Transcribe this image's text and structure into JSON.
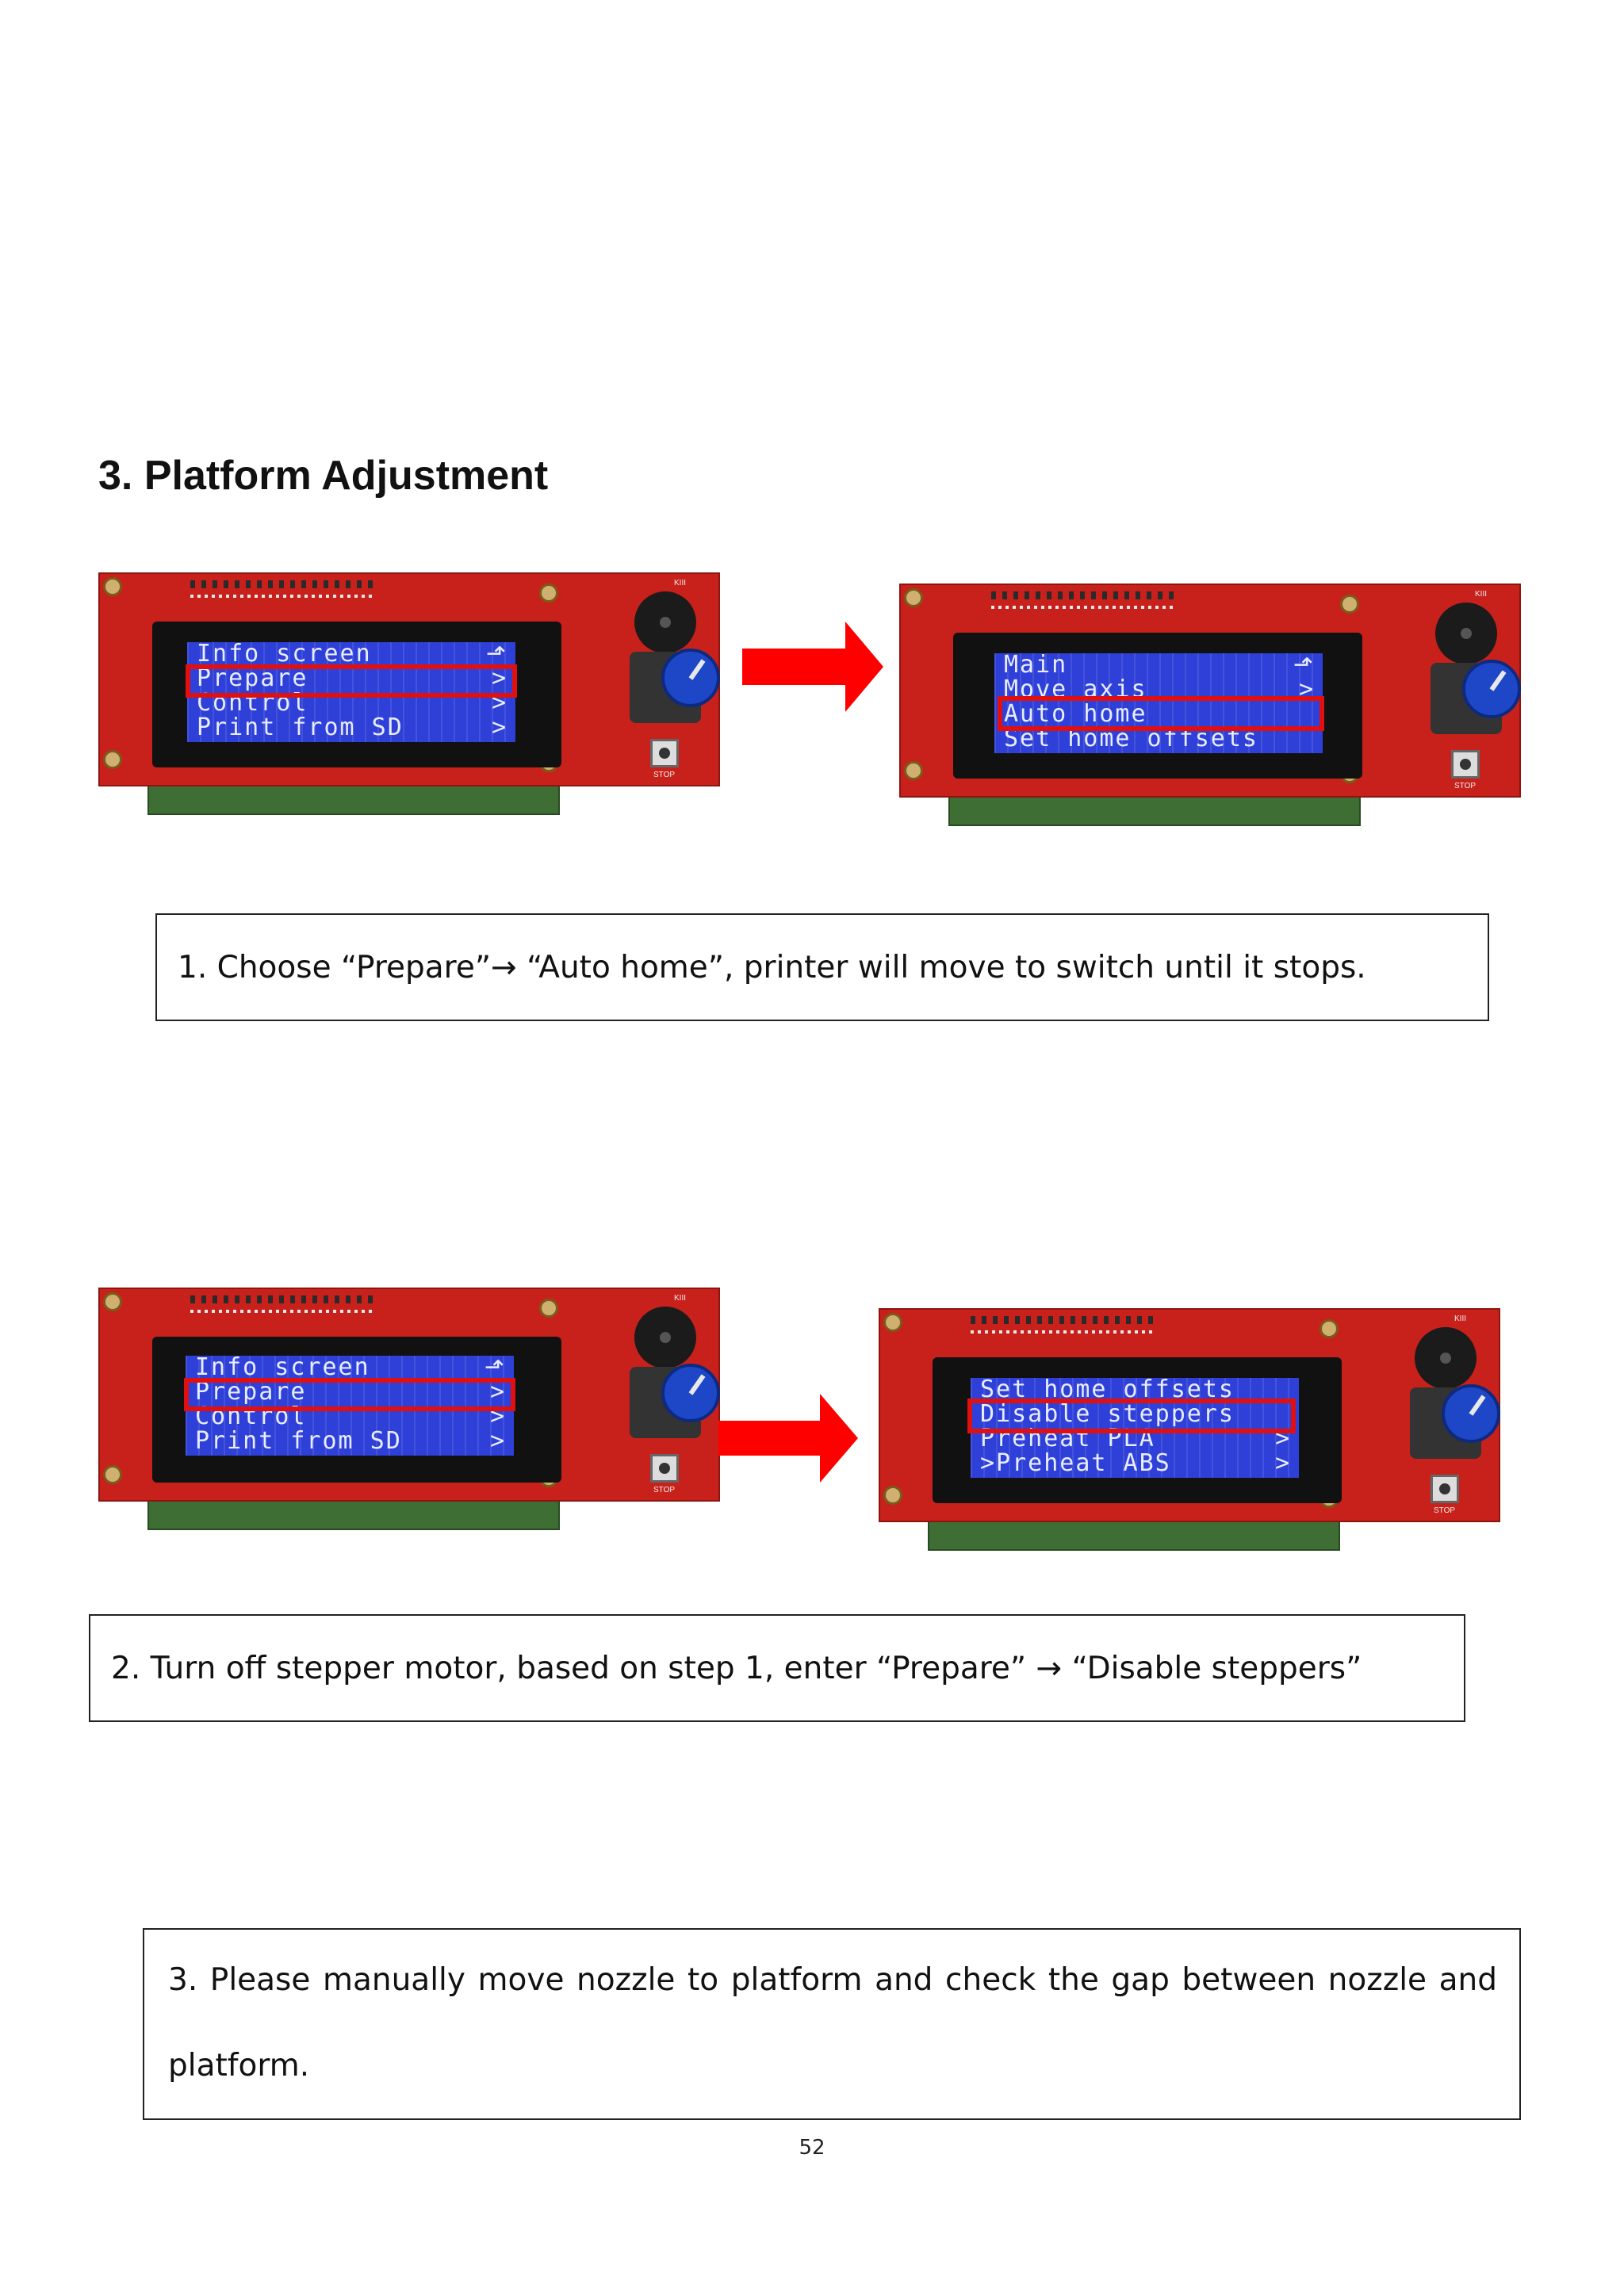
{
  "heading": "3.  Platform Adjustment",
  "boards": {
    "b1": {
      "label_k": "KIII",
      "label_stop": "STOP",
      "lines": [
        {
          "text": "Info screen",
          "sym": "⬏"
        },
        {
          "text": "Prepare",
          "sym": ">"
        },
        {
          "text": "Control",
          "sym": ">"
        },
        {
          "text": "Print from SD",
          "sym": ">"
        }
      ]
    },
    "b2": {
      "label_k": "KIII",
      "label_stop": "STOP",
      "lines": [
        {
          "text": "Main",
          "sym": "⬏"
        },
        {
          "text": "Move axis",
          "sym": ">"
        },
        {
          "text": "Auto home",
          "sym": ""
        },
        {
          "text": "Set home offsets",
          "sym": ""
        }
      ]
    },
    "b3": {
      "label_k": "KIII",
      "label_stop": "STOP",
      "lines": [
        {
          "text": "Info screen",
          "sym": "⬏"
        },
        {
          "text": "Prepare",
          "sym": ">"
        },
        {
          "text": "Control",
          "sym": ">"
        },
        {
          "text": "Print from SD",
          "sym": ">"
        }
      ]
    },
    "b4": {
      "label_k": "KIII",
      "label_stop": "STOP",
      "lines": [
        {
          "text": "Set home offsets",
          "sym": ""
        },
        {
          "text": "Disable steppers",
          "sym": ""
        },
        {
          "text": "Preheat PLA",
          "sym": ">"
        },
        {
          "text": ">Preheat ABS",
          "sym": ">"
        }
      ]
    }
  },
  "instructions": {
    "step1": "1.  Choose “Prepare”→  “Auto home”, printer will move to switch until it stops.",
    "step2": "2. Turn off stepper motor, based on step 1, enter “Prepare”  →  “Disable steppers”",
    "step3": "3. Please manually move nozzle to platform and check the gap between nozzle and platform."
  },
  "page_number": "52",
  "colors": {
    "pcb": "#c8211b",
    "lcd": "#2e40d8",
    "highlight": "#e01010",
    "arrow": "#ff0000"
  }
}
